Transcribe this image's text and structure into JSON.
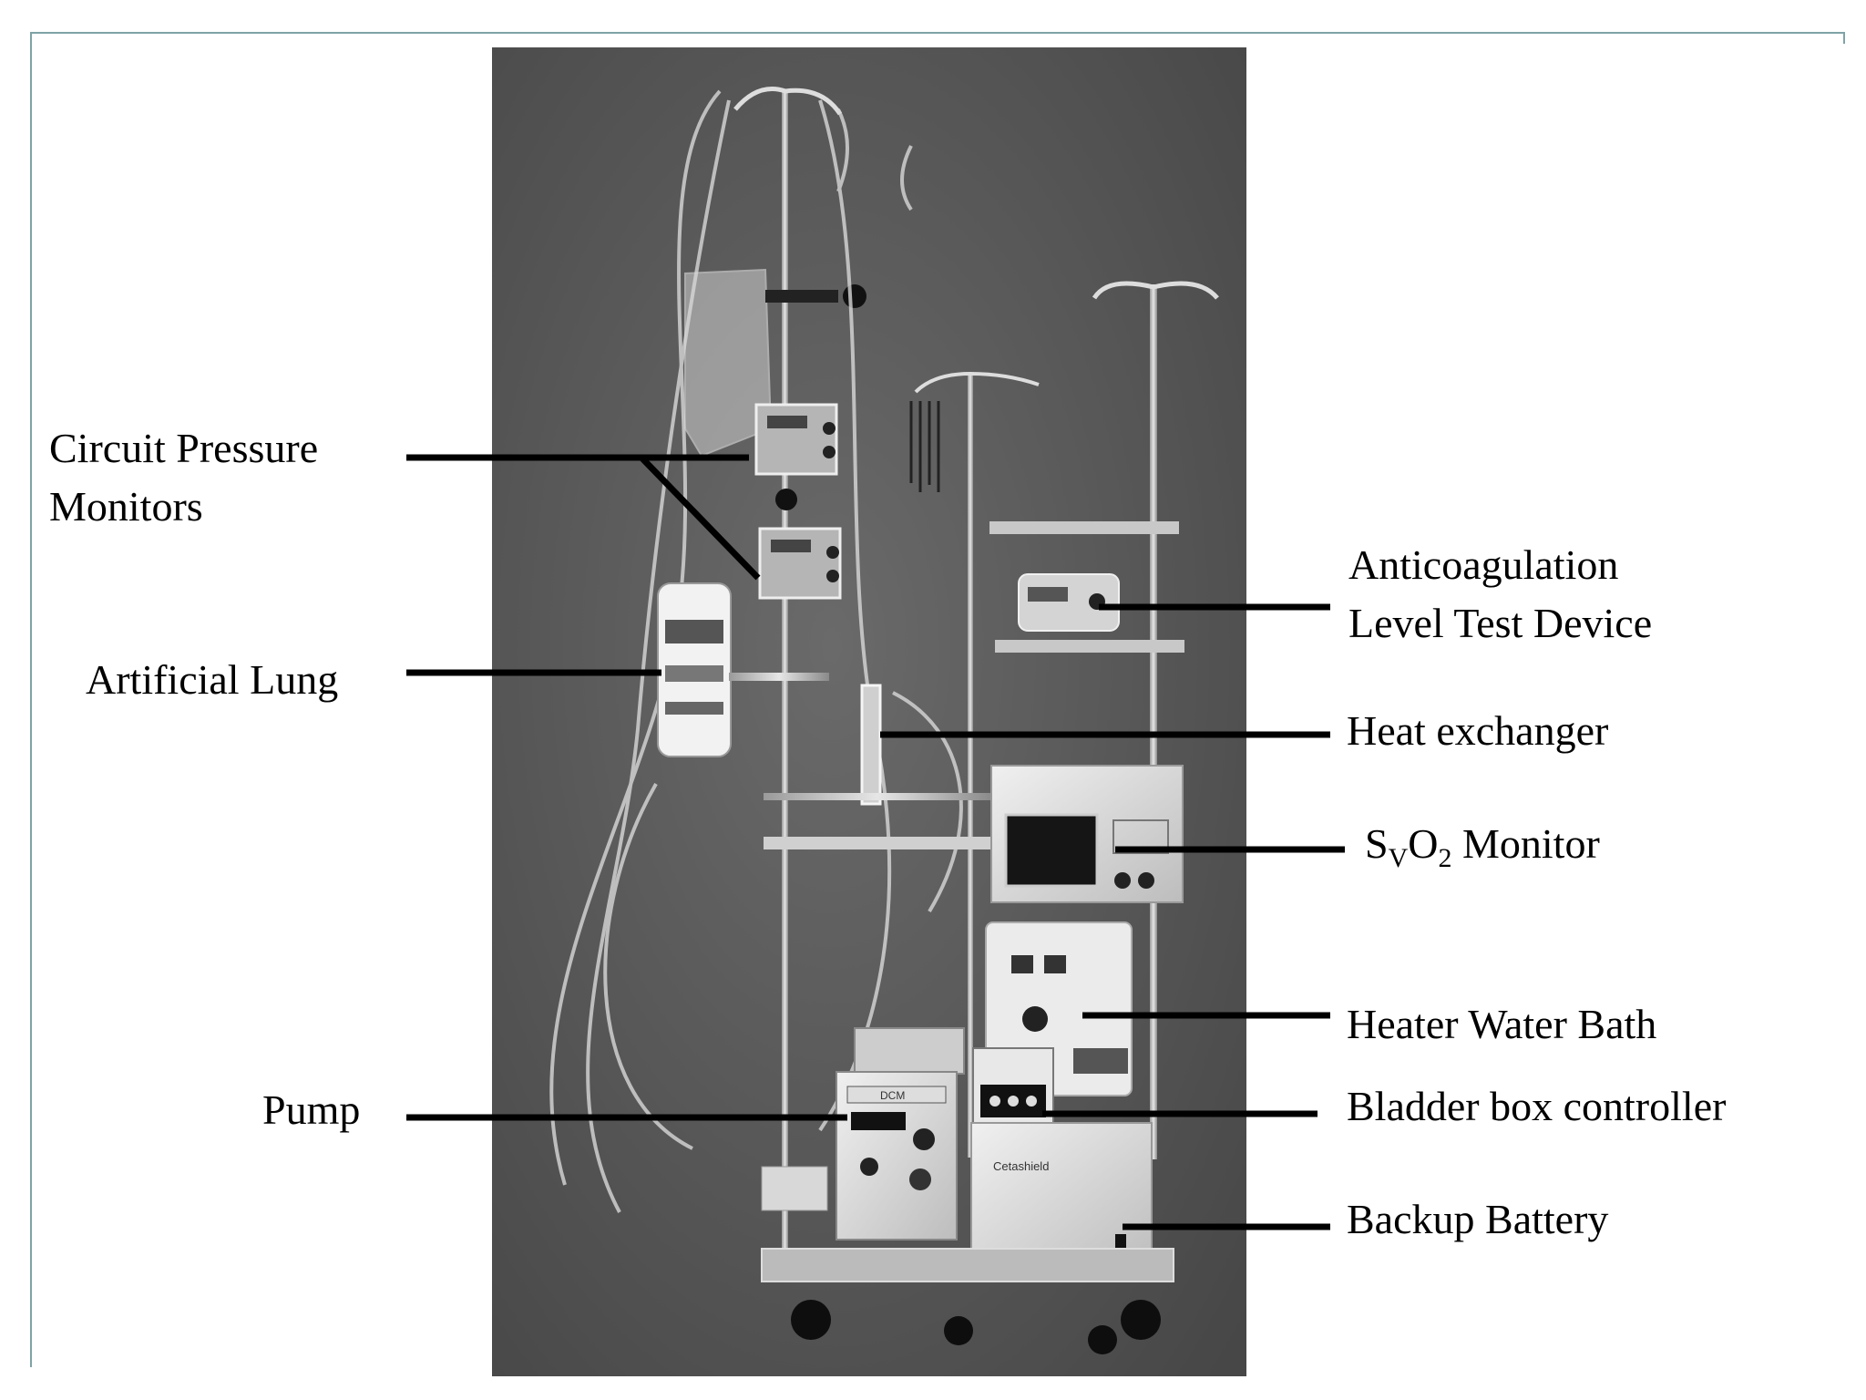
{
  "figure": {
    "alt": "Black-and-white photograph of ECMO cart equipment with labeled components"
  },
  "labels": {
    "circuit_pressure_line1": "Circuit Pressure",
    "circuit_pressure_line2": "Monitors",
    "artificial_lung": "Artificial Lung",
    "pump": "Pump",
    "anticoag_line1": "Anticoagulation",
    "anticoag_line2": "Level Test Device",
    "heat_exchanger": "Heat exchanger",
    "svo2_s": "S",
    "svo2_v": "V",
    "svo2_o": "O",
    "svo2_2": "2",
    "svo2_rest": " Monitor",
    "heater_water_bath": "Heater Water Bath",
    "bladder_box": "Bladder box controller",
    "backup_battery": "Backup Battery"
  },
  "equipment_text": {
    "pump_brand": "DCM",
    "battery_brand": "Cetashield"
  },
  "colors": {
    "photo_background": "#5b5b5b",
    "leader_line": "#000000",
    "frame_line": "#7fa3a6"
  }
}
